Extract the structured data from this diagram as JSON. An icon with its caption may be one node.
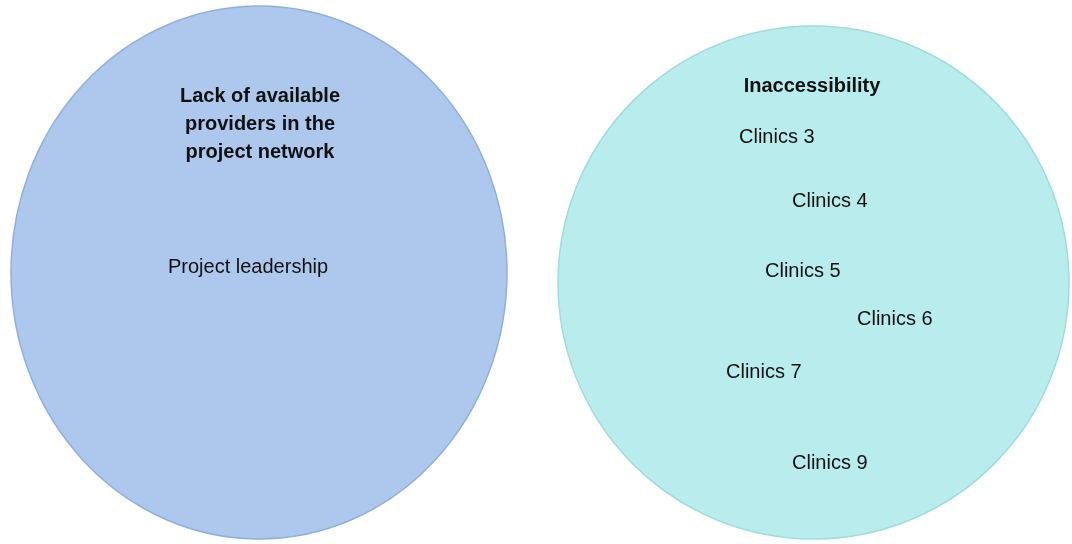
{
  "diagram": {
    "nodes": [
      {
        "text": [
          "Lack of available providers in the project network",
          "Project leadership"
        ]
      },
      {
        "text": [
          "Inaccessibility",
          "Clinics 3",
          "Clinics 4",
          "Clinics 5",
          "Clinics 6",
          "Clinics 7",
          "Clinics 9"
        ]
      }
    ]
  }
}
